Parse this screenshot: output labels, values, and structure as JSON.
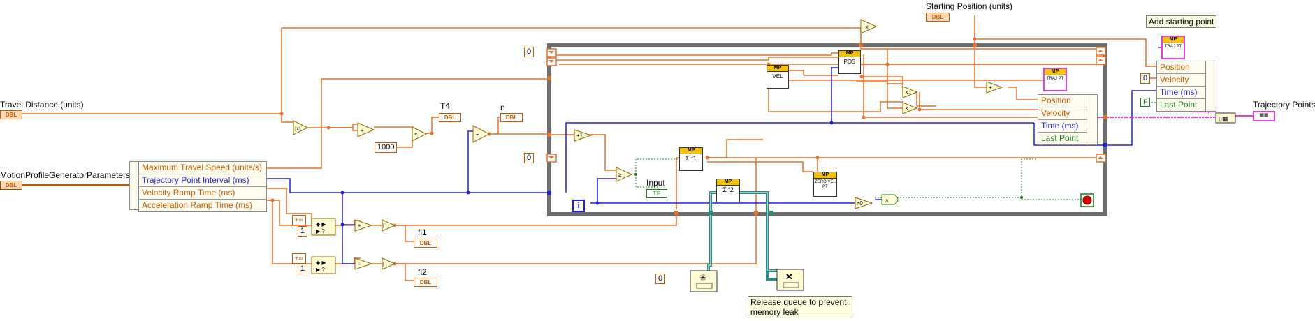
{
  "labels": {
    "travel_distance": "Travel Distance (units)",
    "params": "MotionProfileGeneratorParameters",
    "t4": "T4",
    "n": "n",
    "fl1": "fl1",
    "fl2": "fl2",
    "starting_position": "Starting Position (units)",
    "input": "Input",
    "trajectory_points": "Trajectory Points"
  },
  "comments": {
    "add_starting_point": "Add starting point",
    "release_queue": "Release queue to prevent memory leak"
  },
  "unbundle": {
    "rows": [
      "Maximum Travel Speed (units/s)",
      "Trajectory Point Interval (ms)",
      "Velocity Ramp Time (ms)",
      "Acceleration Ramp Time (ms)"
    ]
  },
  "bundle_inner": {
    "rows": [
      "Position",
      "Velocity",
      "Time (ms)",
      "Last Point"
    ]
  },
  "bundle_outer": {
    "rows": [
      "Position",
      "Velocity",
      "Time (ms)",
      "Last Point"
    ]
  },
  "subvis": {
    "pos": {
      "hdr": "MP",
      "body": "POS"
    },
    "vel": {
      "hdr": "MP",
      "body": "VEL"
    },
    "sf1": {
      "hdr": "MP",
      "body": "Σ f1"
    },
    "sf2": {
      "hdr": "MP",
      "body": "Σ f2"
    },
    "zero": {
      "hdr": "MP",
      "body": "ZERO VEL PT"
    },
    "traj1": {
      "hdr": "MP",
      "body": "TRAJ PT"
    },
    "traj2": {
      "hdr": "MP",
      "body": "TRAJ PT"
    }
  },
  "terminals": {
    "dbl": "DBL",
    "tf": "TF",
    "f": "F",
    "plusinf": "+∞",
    "const_0": "0",
    "const_1": "1",
    "const_1000": "1000",
    "iter": "i"
  },
  "colors": {
    "orange_wire": "#e5702a",
    "blue_wire": "#2323d6",
    "green_wire": "#1f7a1f",
    "pink_wire": "#e040e0",
    "loop_border": "#6e6e6e",
    "queue_wire": "#2a8a8a"
  }
}
